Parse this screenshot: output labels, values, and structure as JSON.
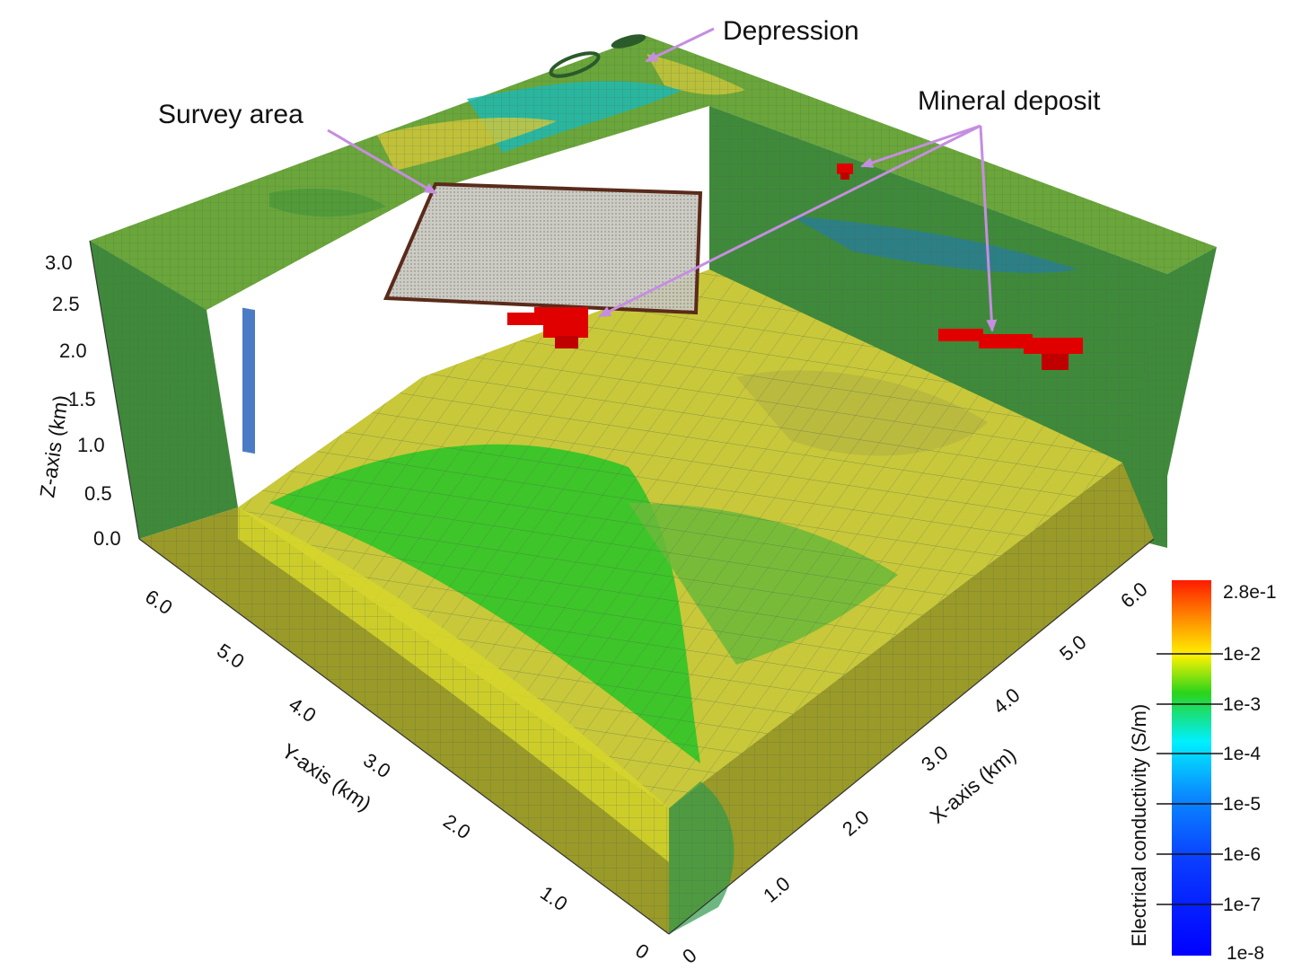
{
  "annotations": {
    "depression": "Depression",
    "survey_area": "Survey area",
    "mineral_deposit": "Mineral deposit"
  },
  "axes": {
    "z_title": "Z-axis (km)",
    "y_title": "Y-axis (km)",
    "x_title": "X-axis (km)",
    "z_ticks": [
      "3.0",
      "2.5",
      "2.0",
      "1.5",
      "1.0",
      "0.5",
      "0.0"
    ],
    "y_ticks": [
      "6.0",
      "5.0",
      "4.0",
      "3.0",
      "2.0",
      "1.0",
      "0"
    ],
    "x_ticks": [
      "0",
      "1.0",
      "2.0",
      "3.0",
      "4.0",
      "5.0",
      "6.0"
    ]
  },
  "colorbar": {
    "title": "Electrical conductivity (S/m)",
    "labels": [
      "2.8e-1",
      "1e-2",
      "1e-3",
      "1e-4",
      "1e-5",
      "1e-6",
      "1e-7",
      "1e-8"
    ],
    "colors": {
      "red": "#ff1a00",
      "orange": "#ff8a00",
      "yellow": "#fff200",
      "green": "#2bd41a",
      "cyan": "#00f0ff",
      "blue": "#0a5cff",
      "deep_blue": "#0000ff"
    }
  },
  "colors": {
    "model_green": "#3a9a2a",
    "model_yellow": "#d6d62a",
    "model_olive": "#9a9a28",
    "deposit_red": "#e00000",
    "arrow_purple": "#c58ee0"
  }
}
